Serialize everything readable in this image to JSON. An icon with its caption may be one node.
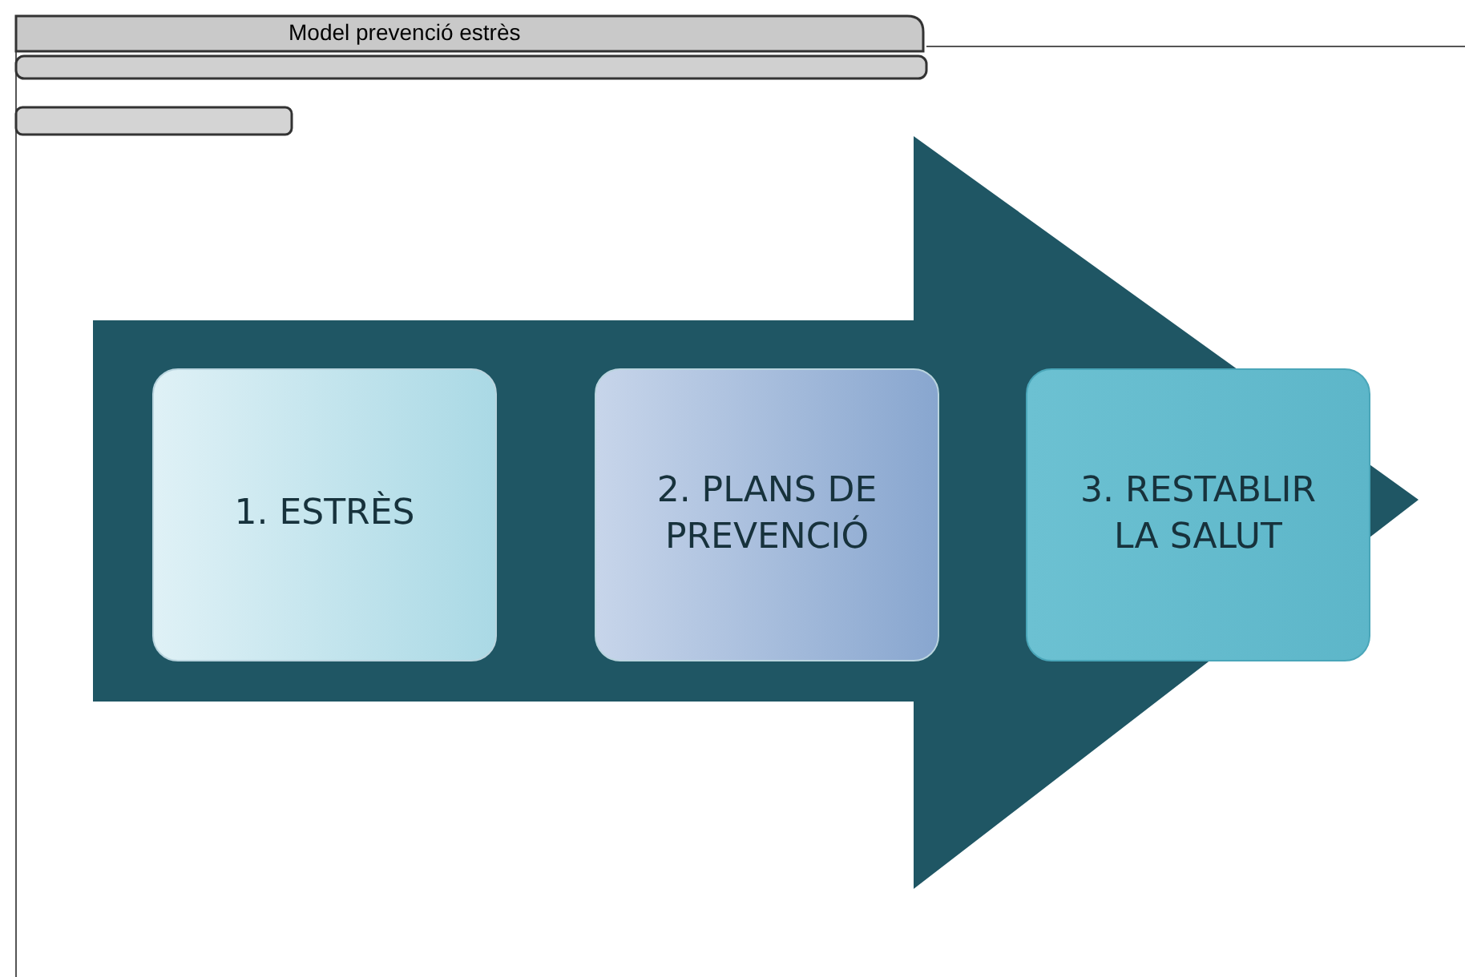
{
  "diagram": {
    "title": "Model prevenció estrès",
    "nodes": [
      {
        "text": [
          "1. ESTRÈS"
        ]
      },
      {
        "text": [
          "2. PLANS DE PREVENCIÓ"
        ]
      },
      {
        "text": [
          "3. RESTABLIR LA SALUT"
        ]
      }
    ]
  }
}
